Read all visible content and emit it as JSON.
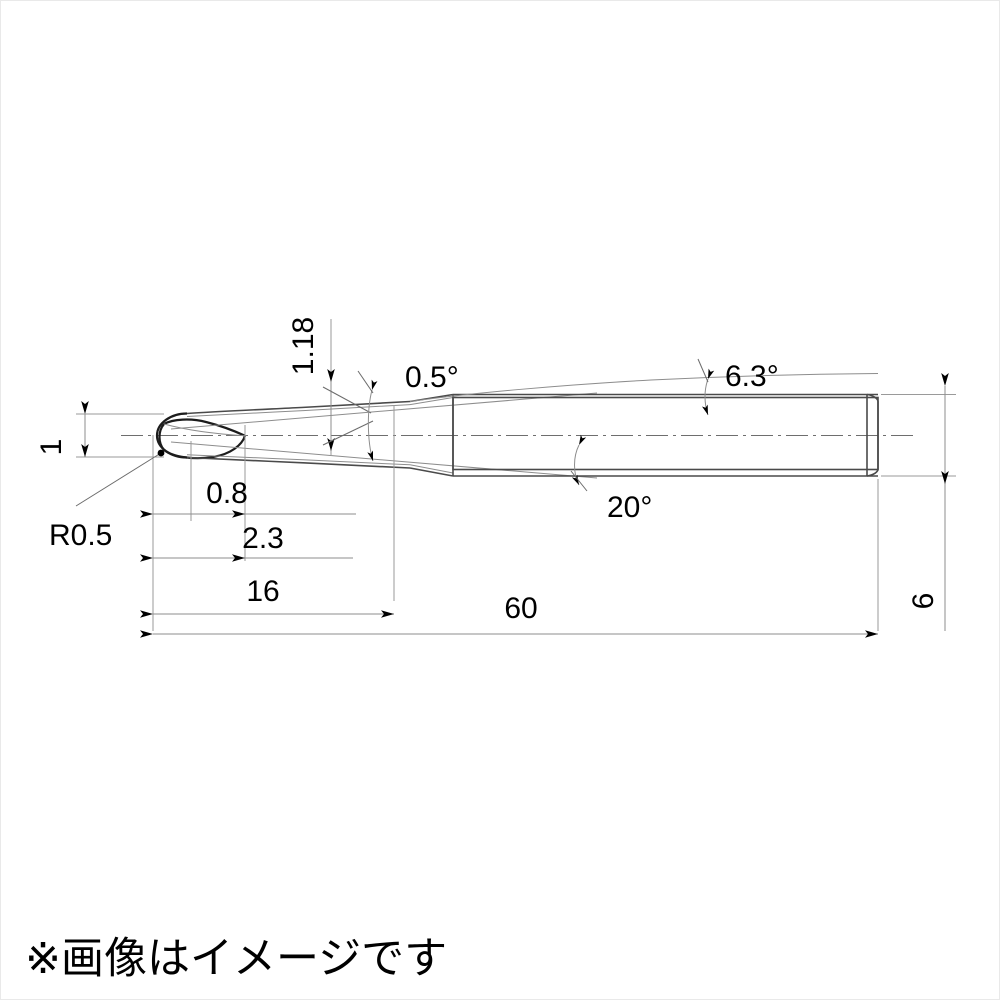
{
  "drawing": {
    "title_note": "※画像はイメージです",
    "type": "ball-nose-end-mill-technical-drawing",
    "dimensions": {
      "ball_radius": "R0.5",
      "cutting_diameter": "1",
      "flute_length": "0.8",
      "neck_step": "2.3",
      "neck_length": "16",
      "overall_length": "60",
      "shank_diameter": "6",
      "neck_diameter": "1.18",
      "neck_taper_angle": "0.5°",
      "shank_taper_angle": "6.3°",
      "tip_angle": "20°"
    },
    "labels": {
      "r05": "R0.5",
      "d1": "1",
      "l08": "0.8",
      "l23": "2.3",
      "l16": "16",
      "l60": "60",
      "d6": "6",
      "d118": "1.18",
      "a05": "0.5°",
      "a63": "6.3°",
      "a20": "20°"
    },
    "colors": {
      "background": "#ffffff",
      "outline": "#4a4a4a",
      "outline_dark": "#1c1c1c",
      "dimension_line": "#8d8d8d",
      "text": "#000000"
    }
  }
}
